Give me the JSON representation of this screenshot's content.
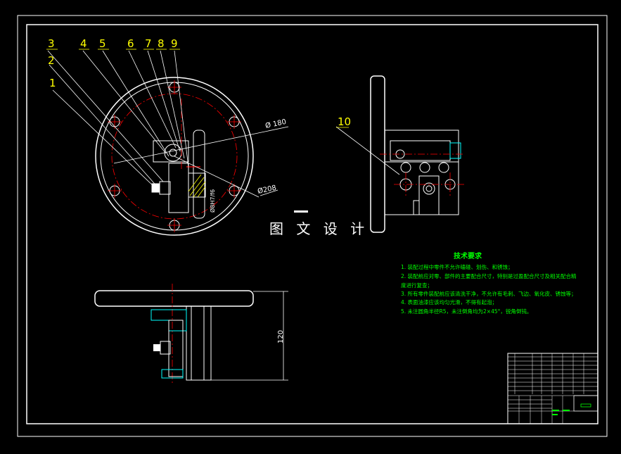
{
  "drawing": {
    "title": "图 文 设 计",
    "part_labels": [
      "1",
      "2",
      "3",
      "4",
      "5",
      "6",
      "7",
      "8",
      "9"
    ],
    "side_label": "10",
    "dimensions": {
      "dia_large": "Ø 180",
      "dia_outer": "Ø208",
      "fit": "Ø8H7/f6",
      "height": "120"
    },
    "tech_requirements": {
      "heading": "技术要求",
      "items": [
        "1. 装配过程中零件不允许磕碰、划伤、和锈蚀；",
        "2. 装配前应对零、部件的主要配合尺寸，特别是过盈配合尺寸及相关配合精",
        "度进行复查；",
        "3. 所有零件装配前应该清洗干净，不允许有毛刺、飞边、氧化皮、锈蚀等；",
        "4. 表面油漆应该均匀光滑，不得有起泡；",
        "5. 未注圆角半径R5，未注倒角均为2×45°，锐角倒钝。"
      ]
    },
    "colors": {
      "frame": "#ffffff",
      "label": "#ffff00",
      "center_line": "#ff0000",
      "hidden": "#00ffff",
      "notes": "#00ff00"
    }
  }
}
